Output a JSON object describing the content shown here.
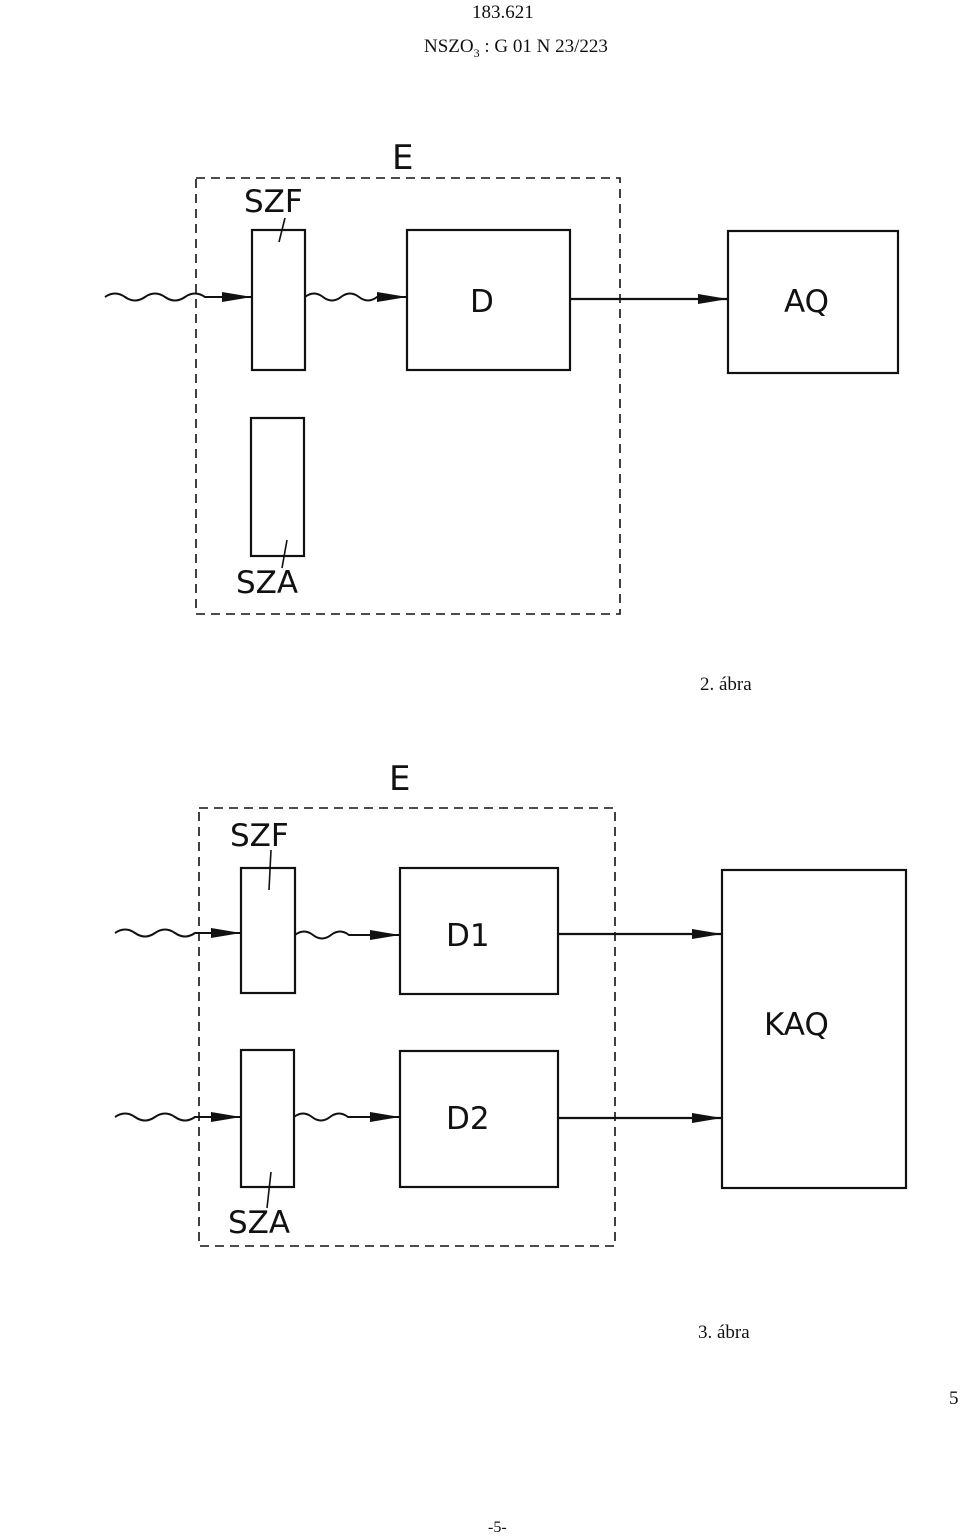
{
  "header": {
    "number": "183.621",
    "class_prefix": "NSZO",
    "class_sub": "3",
    "class_suffix": " : G 01 N 23/223"
  },
  "figure2": {
    "container_label": "E",
    "filter_label": "SZF",
    "absorber_label": "SZA",
    "detector_label": "D",
    "output_label": "AQ",
    "caption": "2. ábra"
  },
  "figure3": {
    "container_label": "E",
    "filter_label": "SZF",
    "absorber_label": "SZA",
    "detector1_label": "D1",
    "detector2_label": "D2",
    "output_label": "KAQ",
    "caption": "3. ábra"
  },
  "page_number": "5",
  "footer": "-5-"
}
